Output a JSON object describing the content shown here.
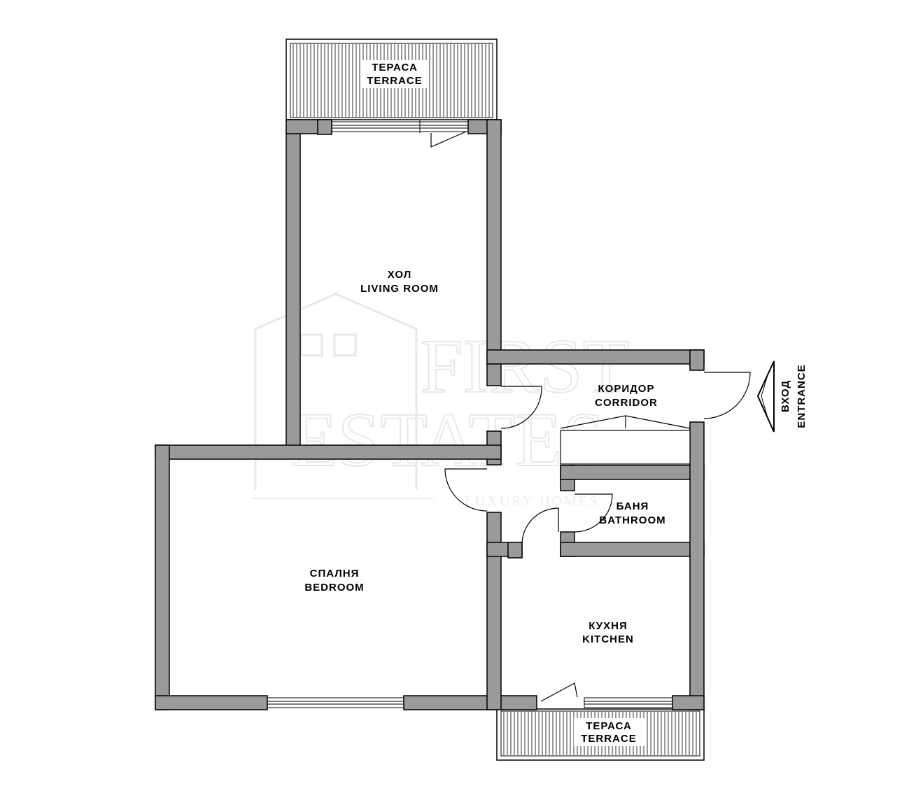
{
  "rooms": {
    "terrace_top": {
      "bg": "ТЕРАСА",
      "en": "TERRACE"
    },
    "living_room": {
      "bg": "ХОЛ",
      "en": "LIVING ROOM"
    },
    "corridor": {
      "bg": "КОРИДОР",
      "en": "CORRIDOR"
    },
    "bathroom": {
      "bg": "БАНЯ",
      "en": "BATHROOM"
    },
    "bedroom": {
      "bg": "СПАЛНЯ",
      "en": "BEDROOM"
    },
    "kitchen": {
      "bg": "КУХНЯ",
      "en": "KITCHEN"
    },
    "terrace_bottom": {
      "bg": "ТЕРАСА",
      "en": "TERRACE"
    }
  },
  "entrance": {
    "bg": "ВХОД",
    "en": "ENTRANCE"
  },
  "watermark": {
    "line1": "FIRST",
    "line2": "ESTATES",
    "tagline": "LUXURY HOMES"
  },
  "colors": {
    "wall_fill": "#9a9a9a",
    "wall_stroke": "#000000",
    "background": "#ffffff"
  }
}
